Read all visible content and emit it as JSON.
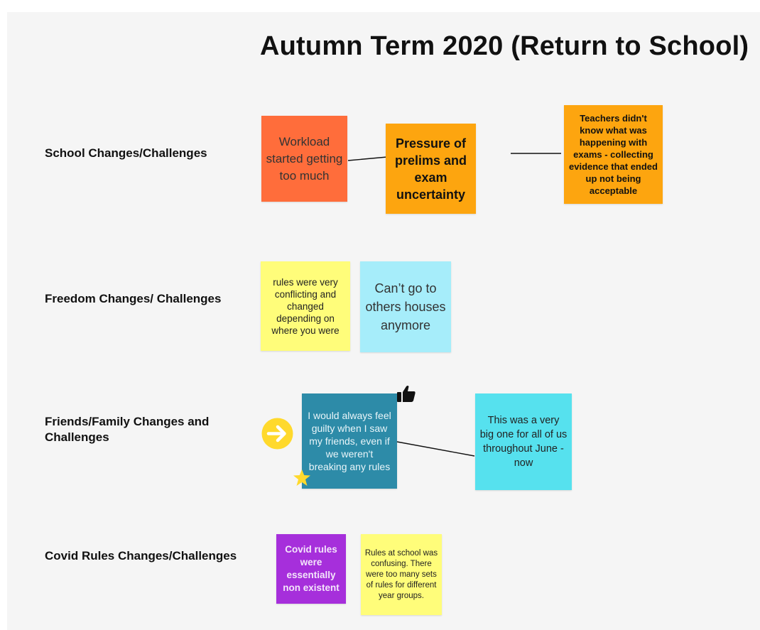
{
  "title": "Autumn Term 2020 (Return to School)",
  "rows": [
    {
      "label": "School Changes/Challenges"
    },
    {
      "label": "Freedom Changes/ Challenges"
    },
    {
      "label": "Friends/Family Changes and Challenges"
    },
    {
      "label": "Covid Rules Changes/Challenges"
    }
  ],
  "notes": {
    "workload": {
      "text": "Workload started getting too much",
      "color": "#ff6d3b"
    },
    "pressure": {
      "text": "Pressure of prelims and exam uncertainty",
      "color": "#fda50f"
    },
    "teachers": {
      "text": "Teachers didn't know what was happening with exams - collecting evidence that ended up not being acceptable",
      "color": "#fda50f"
    },
    "rules_conflicting": {
      "text": "rules were very conflicting and changed depending on where you were",
      "color": "#fffd7a"
    },
    "cant_go": {
      "text": "Can’t go to others houses anymore",
      "color": "#a6edfa"
    },
    "guilty": {
      "text": "I would always feel guilty when I saw my friends, even if we weren't breaking any rules",
      "color": "#2d8ba8"
    },
    "big_one": {
      "text": "This was a very big one for all of us throughout June - now",
      "color": "#56e1ee"
    },
    "covid_rules": {
      "text": "Covid rules were essentially non existent",
      "color": "#a62fdb"
    },
    "rules_school": {
      "text": "Rules at school was confusing. There were too many sets of rules for different year groups.",
      "color": "#fffd7a"
    }
  },
  "icons": {
    "arrow": {
      "name": "arrow-right-icon",
      "color": "#ffd92c"
    },
    "thumb": {
      "name": "thumbs-up-icon",
      "color": "#111111"
    },
    "star": {
      "name": "star-icon",
      "color": "#ffd92c"
    }
  }
}
